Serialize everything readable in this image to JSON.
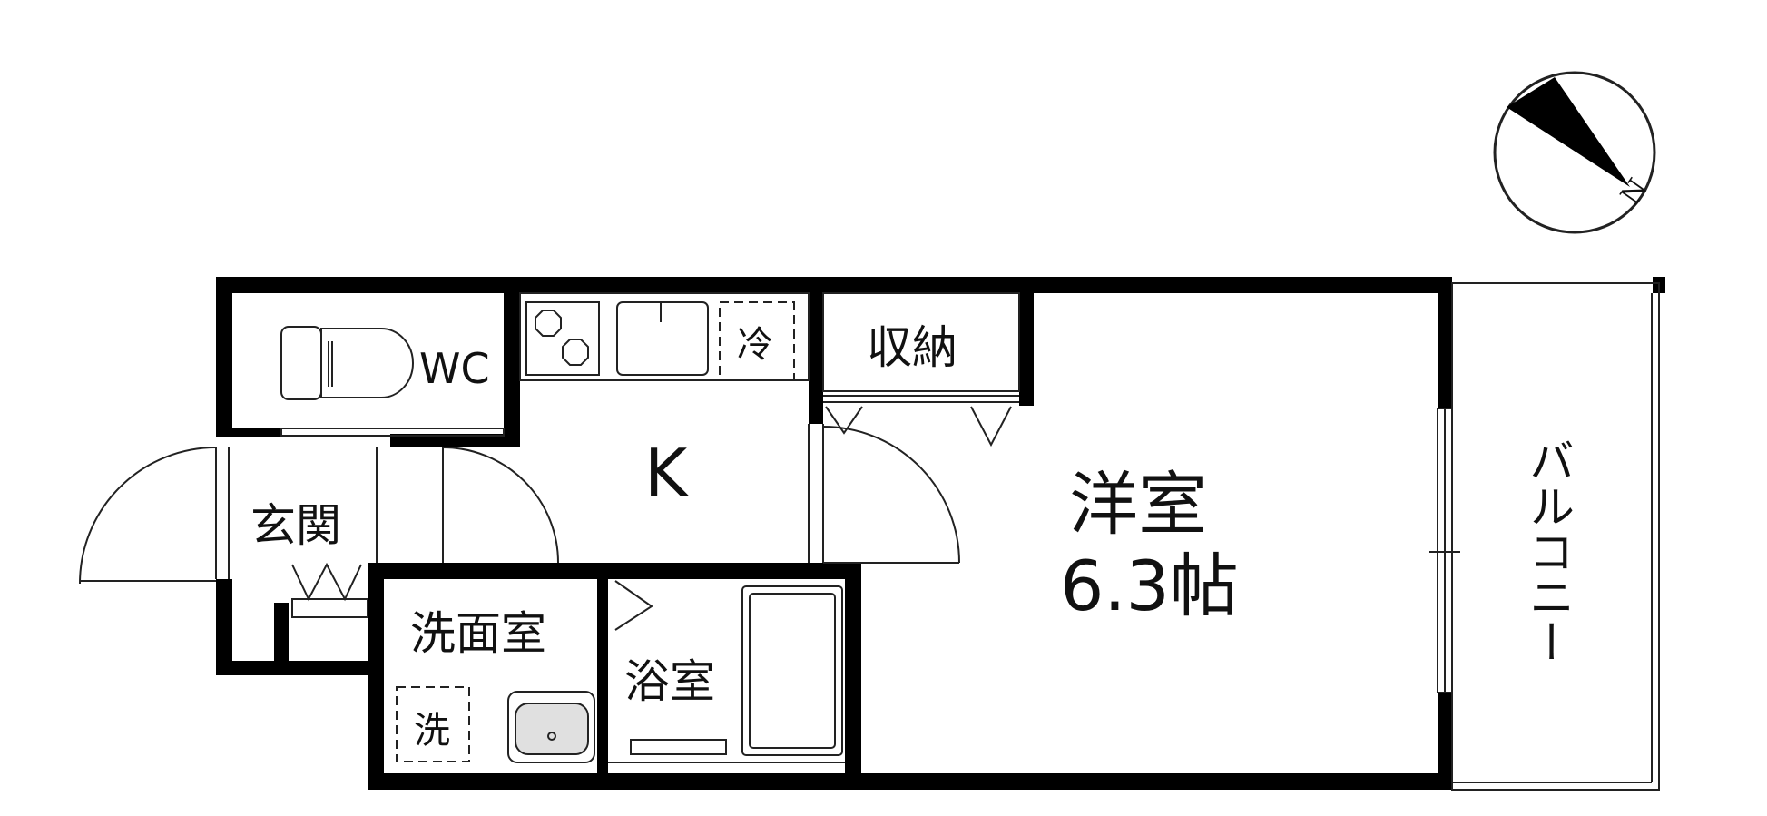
{
  "rooms": {
    "wc": "WC",
    "entrance": "玄関",
    "kitchen": "K",
    "storage": "収納",
    "fridge": "冷",
    "washroom": "洗面室",
    "washer": "洗",
    "bath": "浴室",
    "western_room": "洋室",
    "western_room_size": "6.3帖",
    "balcony": "バルコニー"
  },
  "compass": {
    "north_label": "N"
  },
  "colors": {
    "wall": "#000000",
    "background": "#ffffff",
    "line": "#222222"
  }
}
